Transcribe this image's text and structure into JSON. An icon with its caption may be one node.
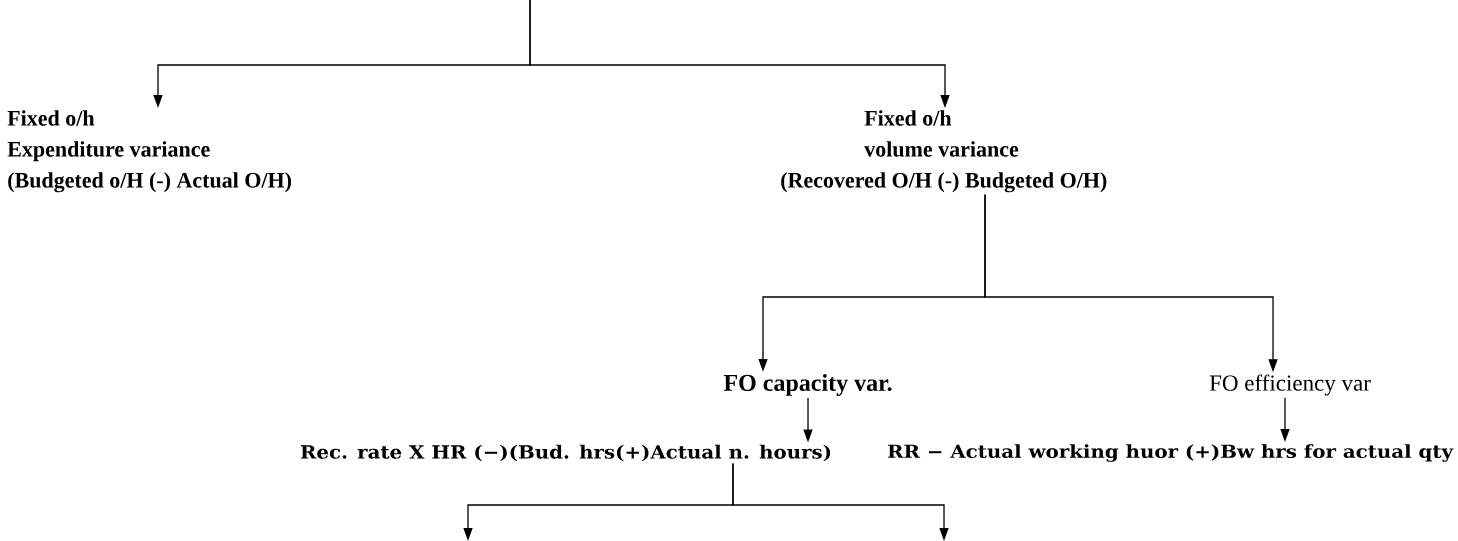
{
  "diagram": {
    "nodes": [
      {
        "text": [
          "Fixed o/h",
          "Expenditure variance",
          "(Budgeted o/H (-) Actual O/H)"
        ]
      },
      {
        "text": [
          "Fixed o/h",
          "volume variance",
          "(Recovered O/H  (-) Budgeted O/H)"
        ]
      },
      {
        "text": [
          "FO capacity var."
        ]
      },
      {
        "text": [
          "FO efficiency var"
        ]
      },
      {
        "text": [
          "Rec. rate X HR (−)(Bud. hrs(+)Actual n. hours)"
        ]
      },
      {
        "text": [
          "RR − Actual working huor (+)Bw hrs for actual qty"
        ]
      }
    ],
    "edges": [
      {
        "from": null,
        "to": 0,
        "arrow": "to"
      },
      {
        "from": null,
        "to": 1,
        "arrow": "to"
      },
      {
        "from": 1,
        "to": 2,
        "arrow": "to"
      },
      {
        "from": 1,
        "to": 3,
        "arrow": "to"
      },
      {
        "from": 2,
        "to": 4,
        "arrow": "to"
      },
      {
        "from": 3,
        "to": 5,
        "arrow": "to"
      },
      {
        "from": 4,
        "to": null,
        "arrow": "to"
      },
      {
        "from": 4,
        "to": null,
        "arrow": "to"
      }
    ]
  }
}
